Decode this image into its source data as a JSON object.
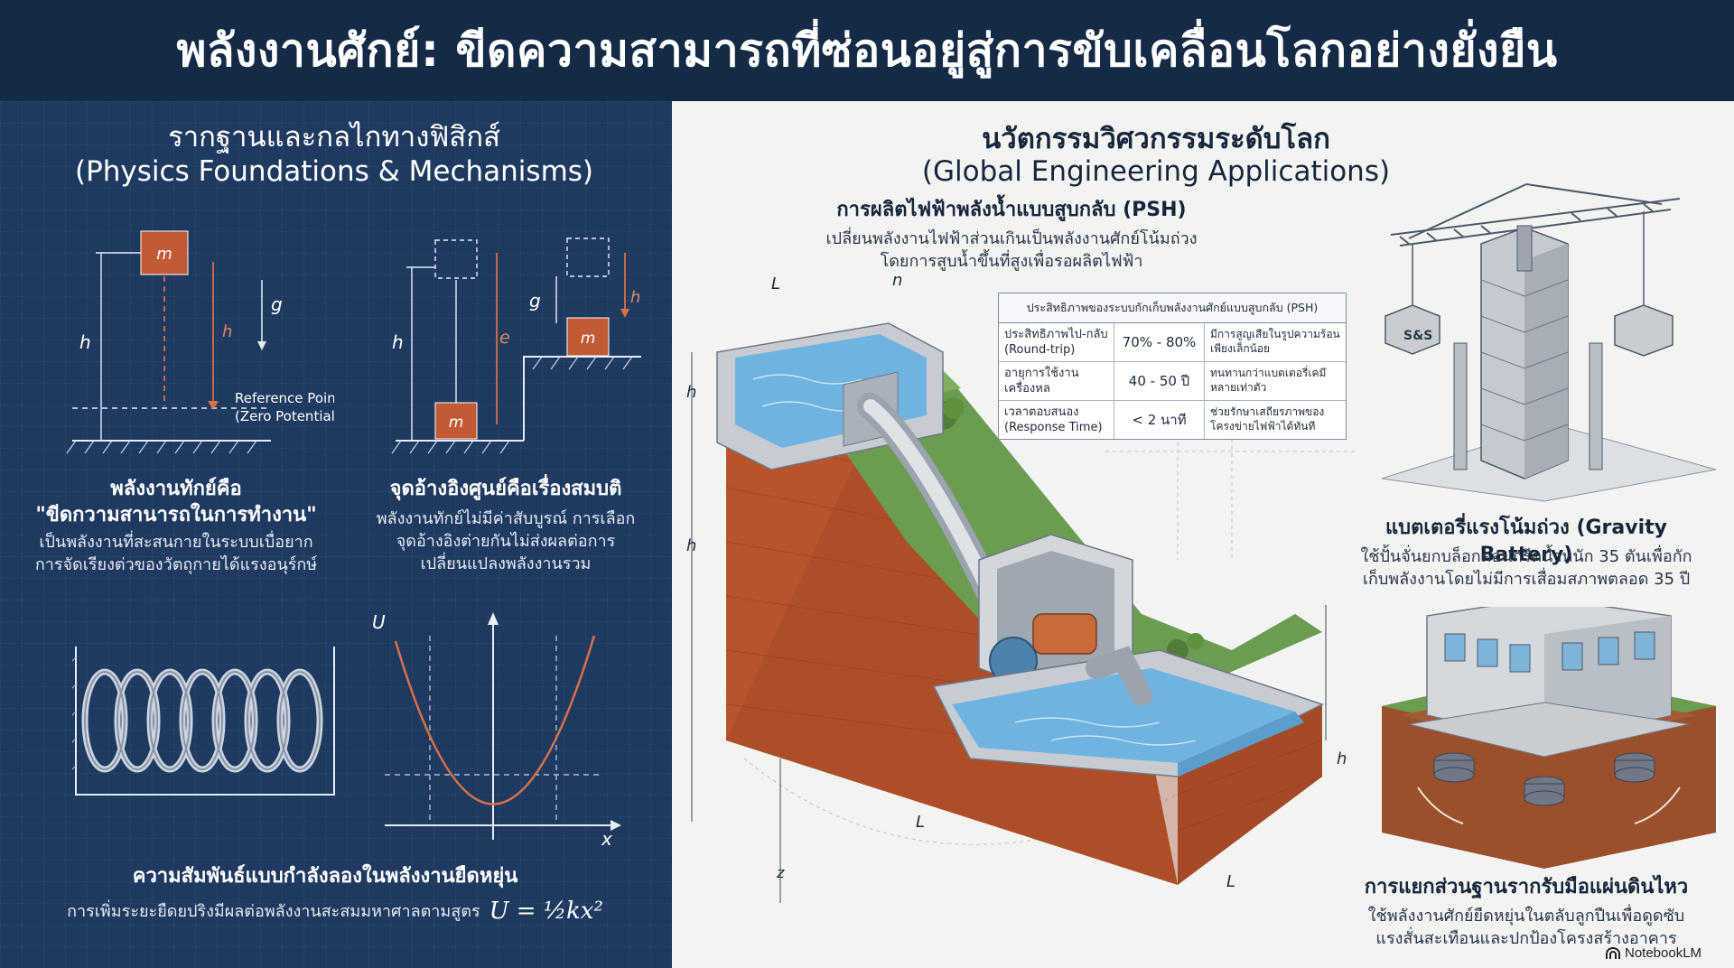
{
  "title": "พลังงานศักย์: ขีดความสามารถที่ซ่อนอยู่สู่การขับเคลื่อนโลกอย่างยั่งยืน",
  "left": {
    "heading_th": "รากฐานและกลไกทางฟิสิกส์",
    "heading_en": "(Physics Foundations & Mechanisms)",
    "diagram1": {
      "mass": "m",
      "height": "h",
      "gravity": "g",
      "ref1": "Reference Point",
      "ref2": "(Zero Potential)"
    },
    "diagram2": {
      "height": "h",
      "gravity": "g",
      "delta": "e",
      "h2": "h",
      "mass": "m"
    },
    "caption1": {
      "title1": "พลังงานทักย์คือ",
      "title2": "\"ขีดกวามสานารถในการทำงาน\"",
      "body1": "เป็นพลังงานที่สะสนกายในระบบเบื่อยาก",
      "body2": "การจัดเรียงต่วของวัตถุกายได้แรงอนุร์กษ์"
    },
    "caption2": {
      "title": "จุดอ้างอิงศูนย์คือเรื่องสมบติ",
      "body1": "พลังงานทักย์ไม่มีค่าสับบูรณ์ การเลือก",
      "body2": "จุดอ้างอิงต่ายกันไม่ส่งผลต่อการ",
      "body3": "เปลี่ยนแปลงพลังงานรวม"
    },
    "graph": {
      "y_axis": "U",
      "x_axis": "x"
    },
    "caption3": {
      "title": "ความสัมพันธ์แบบกำลังลองในพลังงานยืดหยุ่น",
      "body": "การเพิ่มระยะยืดยปริงมีผลต่อพลังงานสะสมมหาศาลตามสูตร",
      "formula": "U = ½kx²"
    }
  },
  "right": {
    "heading_th": "นวัตกรรมวิศวกรรมระดับโลก",
    "heading_en": "(Global Engineering Applications)",
    "psh": {
      "title": "การผลิตไฟฟ้าพลังน้ำแบบสูบกลับ (PSH)",
      "body1": "เปลี่ยนพลังงานไฟฟ้าส่วนเกินเป็นพลังงานศักย์โน้มถ่วง",
      "body2": "โดยการสูบน้ำขึ้นที่สูงเพื่อรอผลิตไฟฟ้า",
      "labels": {
        "L1": "L",
        "n": "n",
        "h1": "h",
        "h2": "h",
        "h3": "h",
        "L2": "L",
        "L3": "L",
        "z": "z"
      }
    },
    "table": {
      "caption": "ประสิทธิภาพของระบบกักเก็บพลังงานศักย์แบบสูบกลับ (PSH)",
      "rows": [
        {
          "label": "ประสิทธิภาพไป-กลับ (Round-trip)",
          "value": "70% - 80%",
          "note": "มีการสูญเสียในรูปความร้อนเพียงเล็กน้อย"
        },
        {
          "label": "อายุการใช้งานเครื่องหล",
          "value": "40 - 50 ปี",
          "note": "ทนทานกว่าแบตเตอรี่เคมีหลายเท่าตัว"
        },
        {
          "label": "เวลาตอบสนอง (Response Time)",
          "value": "< 2 นาที",
          "note": "ช่วยรักษาเสถียรภาพของโครงข่ายไฟฟ้าได้ทันที"
        }
      ]
    },
    "gravity": {
      "title": "แบตเตอรี่แรงโน้มถ่วง (Gravity Battery)",
      "body1": "ใช้ปั้นจั่นยกบล็อกคอนกรีตน้ำหนัก 35 ตันเพื่อกัก",
      "body2": "เก็บพลังงานโดยไม่มีการเสื่อมสภาพตลอด 35 ปี",
      "block_label": "S&S"
    },
    "seismic": {
      "title": "การแยกส่วนฐานรากรับมือแผ่นดินไหว",
      "body1": "ใช้พลังงานศักย์ยืดหยุ่นในตลับลูกปืนเพื่อดูดซับ",
      "body2": "แรงสั่นสะเทือนและปกป้องโครงสร้างอาคาร"
    }
  },
  "brand": "NotebookLM",
  "colors": {
    "navy": "#142a47",
    "panel": "#1e3a61",
    "accent": "#c25a33",
    "water": "#6fb4e0",
    "brick": "#b8532c"
  }
}
